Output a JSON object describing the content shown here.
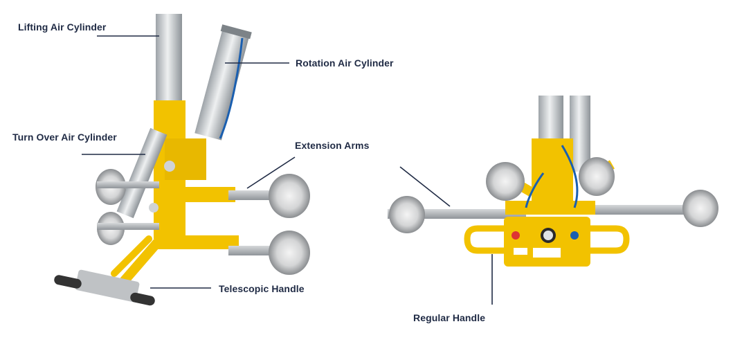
{
  "labels": {
    "lifting_air_cylinder": "Lifting Air Cylinder",
    "rotation_air_cylinder": "Rotation Air Cylinder",
    "turn_over_air_cylinder": "Turn Over Air Cylinder",
    "extension_arms": "Extension Arms",
    "telescopic_handle": "Telescopic Handle",
    "regular_handle": "Regular Handle"
  },
  "colors": {
    "label_text": "#1f2a44",
    "leader_line": "#1f2a44",
    "frame_yellow": "#f2c200",
    "metal_gray": "#b9bcbf",
    "suction_pad": "#d9dadb"
  }
}
